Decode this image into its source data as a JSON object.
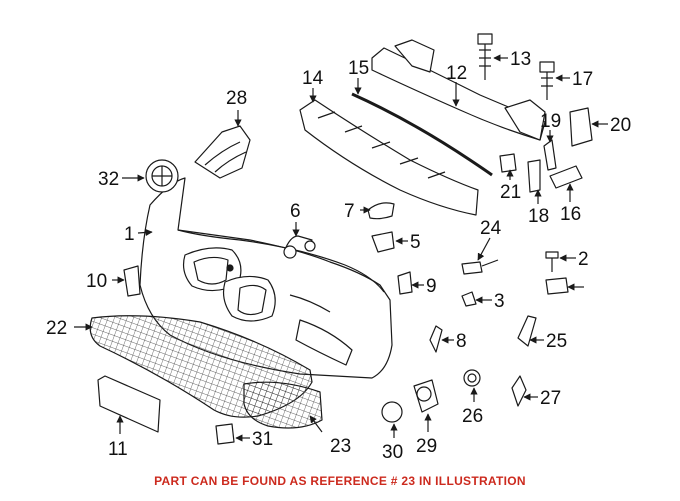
{
  "diagram": {
    "footer_note": "PART CAN BE FOUND AS REFERENCE # 23 IN ILLUSTRATION",
    "footer_color": "#cc2a1e",
    "line_color": "#1a1a1a",
    "callouts": [
      "1",
      "2",
      "3",
      "5",
      "6",
      "7",
      "8",
      "9",
      "10",
      "11",
      "12",
      "13",
      "14",
      "15",
      "16",
      "17",
      "18",
      "19",
      "20",
      "21",
      "22",
      "23",
      "24",
      "25",
      "26",
      "27",
      "28",
      "29",
      "30",
      "31",
      "32"
    ]
  }
}
